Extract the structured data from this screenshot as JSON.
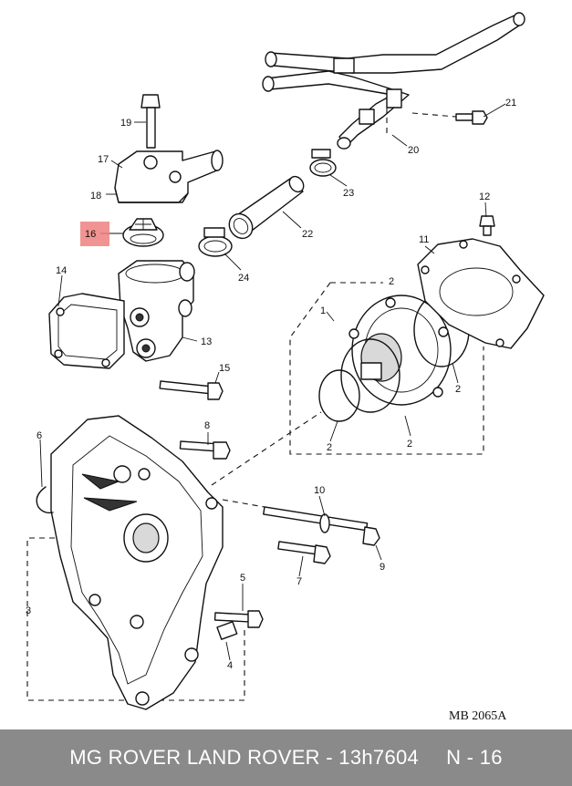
{
  "diagram": {
    "drawing_ref": "MB 2065A",
    "highlight_color": "#f08080",
    "labels": {
      "l1": "1",
      "l2a": "2",
      "l2b": "2",
      "l2c": "2",
      "l2d": "2",
      "l3": "3",
      "l4": "4",
      "l5": "5",
      "l6": "6",
      "l7": "7",
      "l8": "8",
      "l9": "9",
      "l10": "10",
      "l11": "11",
      "l12": "12",
      "l13": "13",
      "l14": "14",
      "l15": "15",
      "l16": "16",
      "l17": "17",
      "l18": "18",
      "l19": "19",
      "l20": "20",
      "l21": "21",
      "l22": "22",
      "l23": "23",
      "l24": "24"
    }
  },
  "footer": {
    "text": "MG ROVER LAND ROVER - 13h7604",
    "code": "N - 16",
    "background": "#8a8a8a",
    "text_color": "#ffffff"
  }
}
